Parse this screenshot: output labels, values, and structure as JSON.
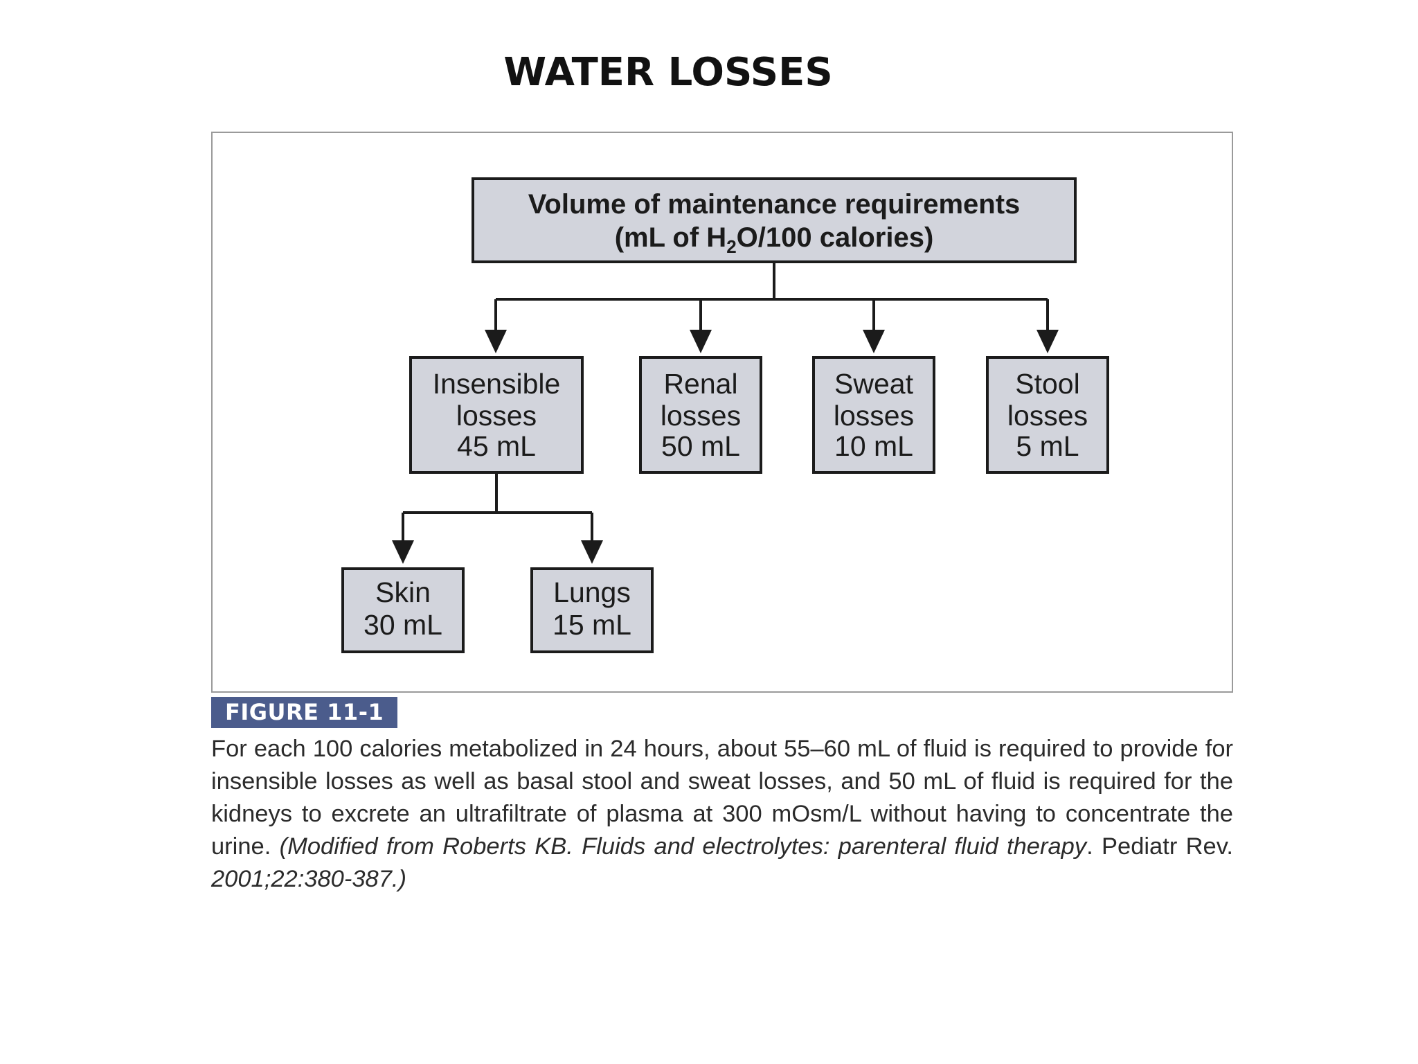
{
  "slide": {
    "title": "WATER LOSSES"
  },
  "diagram": {
    "top_box": {
      "line1": "Volume of maintenance requirements",
      "line2_prefix": "(mL of H",
      "line2_sub": "2",
      "line2_suffix": "O/100 calories)"
    },
    "categories": [
      {
        "id": "insensible",
        "lines": [
          "Insensible",
          "losses",
          "45 mL"
        ],
        "value_ml": 45
      },
      {
        "id": "renal",
        "lines": [
          "Renal",
          "losses",
          "50 mL"
        ],
        "value_ml": 50
      },
      {
        "id": "sweat",
        "lines": [
          "Sweat",
          "losses",
          "10 mL"
        ],
        "value_ml": 10
      },
      {
        "id": "stool",
        "lines": [
          "Stool",
          "losses",
          "5 mL"
        ],
        "value_ml": 5
      }
    ],
    "insensible_breakdown": [
      {
        "id": "skin",
        "lines": [
          "Skin",
          "30 mL"
        ],
        "value_ml": 30
      },
      {
        "id": "lungs",
        "lines": [
          "Lungs",
          "15 mL"
        ],
        "value_ml": 15
      }
    ]
  },
  "figure": {
    "label": "FIGURE 11-1",
    "caption_main": "For each 100 calories metabolized in 24 hours, about 55–60 mL of fluid is required to provide for insensible losses as well as basal stool and sweat losses, and 50 mL of fluid is required for the kidneys to excrete an ultrafiltrate of plasma at 300 mOsm/L without having to concentrate the urine. ",
    "caption_ref_a": "(Modified from Roberts KB. Fluids and electrolytes: parenteral fluid therapy",
    "caption_ref_journal": ". Pediatr Rev. ",
    "caption_ref_b": "2001;22:380-387.)"
  }
}
